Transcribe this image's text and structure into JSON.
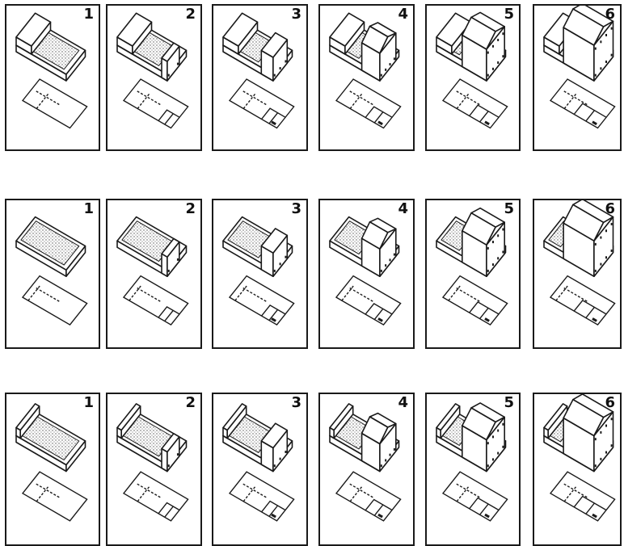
{
  "rows": [
    {
      "name": "row-1",
      "panels": [
        {
          "label": "1",
          "stage": 1
        },
        {
          "label": "2",
          "stage": 2
        },
        {
          "label": "3",
          "stage": 3
        },
        {
          "label": "4",
          "stage": 4
        },
        {
          "label": "5",
          "stage": 5
        },
        {
          "label": "6",
          "stage": 6
        }
      ]
    },
    {
      "name": "row-2",
      "panels": [
        {
          "label": "1",
          "stage": 1
        },
        {
          "label": "2",
          "stage": 2
        },
        {
          "label": "3",
          "stage": 3
        },
        {
          "label": "4",
          "stage": 4
        },
        {
          "label": "5",
          "stage": 5
        },
        {
          "label": "6",
          "stage": 6
        }
      ]
    },
    {
      "name": "row-3",
      "panels": [
        {
          "label": "1",
          "stage": 1
        },
        {
          "label": "2",
          "stage": 2
        },
        {
          "label": "3",
          "stage": 3
        },
        {
          "label": "4",
          "stage": 4
        },
        {
          "label": "5",
          "stage": 5
        },
        {
          "label": "6",
          "stage": 6
        }
      ]
    }
  ],
  "colors": {
    "ink": "#1a1a1a",
    "paper": "#ffffff",
    "courtyard": "#bdbdbd"
  }
}
